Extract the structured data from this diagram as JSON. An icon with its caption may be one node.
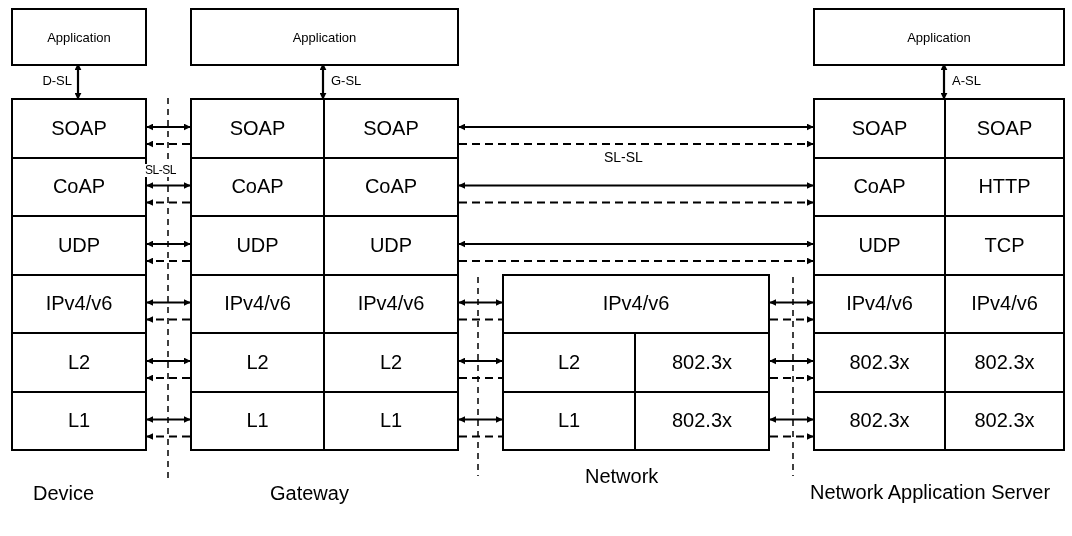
{
  "diagram": {
    "nodes": [
      {
        "text": [
          "Application"
        ]
      },
      {
        "text": [
          "Application"
        ]
      },
      {
        "text": [
          "Application"
        ]
      },
      {
        "text": [
          "SOAP"
        ]
      },
      {
        "text": [
          "CoAP"
        ]
      },
      {
        "text": [
          "UDP"
        ]
      },
      {
        "text": [
          "IPv4/v6"
        ]
      },
      {
        "text": [
          "L2"
        ]
      },
      {
        "text": [
          "L1"
        ]
      },
      {
        "text": [
          "SOAP"
        ]
      },
      {
        "text": [
          "CoAP"
        ]
      },
      {
        "text": [
          "UDP"
        ]
      },
      {
        "text": [
          "IPv4/v6"
        ]
      },
      {
        "text": [
          "L2"
        ]
      },
      {
        "text": [
          "L1"
        ]
      },
      {
        "text": [
          "SOAP"
        ]
      },
      {
        "text": [
          "CoAP"
        ]
      },
      {
        "text": [
          "UDP"
        ]
      },
      {
        "text": [
          "IPv4/v6"
        ]
      },
      {
        "text": [
          "L2"
        ]
      },
      {
        "text": [
          "L1"
        ]
      },
      {
        "text": [
          "IPv4/v6"
        ]
      },
      {
        "text": [
          "L2"
        ]
      },
      {
        "text": [
          "802.3x"
        ]
      },
      {
        "text": [
          "L1"
        ]
      },
      {
        "text": [
          "802.3x"
        ]
      },
      {
        "text": [
          "SOAP"
        ]
      },
      {
        "text": [
          "CoAP"
        ]
      },
      {
        "text": [
          "UDP"
        ]
      },
      {
        "text": [
          "IPv4/v6"
        ]
      },
      {
        "text": [
          "802.3x"
        ]
      },
      {
        "text": [
          "802.3x"
        ]
      },
      {
        "text": [
          "SOAP"
        ]
      },
      {
        "text": [
          "HTTP"
        ]
      },
      {
        "text": [
          "TCP"
        ]
      },
      {
        "text": [
          "IPv4/v6"
        ]
      },
      {
        "text": [
          "802.3x"
        ]
      },
      {
        "text": [
          "802.3x"
        ]
      }
    ],
    "edges": [
      {
        "from": 0,
        "to": 3,
        "arrow": "both",
        "label": "D-SL"
      },
      {
        "from": 1,
        "to": 9,
        "arrow": "both",
        "label": "G-SL"
      },
      {
        "from": 2,
        "to": 26,
        "arrow": "both",
        "label": "A-SL"
      },
      {
        "from": 3,
        "to": 9,
        "arrow": "both"
      },
      {
        "from": 9,
        "to": 3,
        "arrow": "to",
        "style": "dashed"
      },
      {
        "from": 4,
        "to": 10,
        "arrow": "both"
      },
      {
        "from": 10,
        "to": 4,
        "arrow": "to",
        "style": "dashed"
      },
      {
        "from": 5,
        "to": 11,
        "arrow": "both"
      },
      {
        "from": 11,
        "to": 5,
        "arrow": "to",
        "style": "dashed"
      },
      {
        "from": 6,
        "to": 12,
        "arrow": "both"
      },
      {
        "from": 12,
        "to": 6,
        "arrow": "to",
        "style": "dashed"
      },
      {
        "from": 7,
        "to": 13,
        "arrow": "both"
      },
      {
        "from": 13,
        "to": 7,
        "arrow": "to",
        "style": "dashed"
      },
      {
        "from": 8,
        "to": 14,
        "arrow": "both"
      },
      {
        "from": 14,
        "to": 8,
        "arrow": "to",
        "style": "dashed"
      },
      {
        "from": 15,
        "to": 26,
        "arrow": "both"
      },
      {
        "from": 15,
        "to": 26,
        "arrow": "to",
        "style": "dashed"
      },
      {
        "from": 16,
        "to": 27,
        "arrow": "both"
      },
      {
        "from": 16,
        "to": 27,
        "arrow": "to",
        "style": "dashed"
      },
      {
        "from": 17,
        "to": 28,
        "arrow": "both"
      },
      {
        "from": 17,
        "to": 28,
        "arrow": "to",
        "style": "dashed"
      },
      {
        "from": 18,
        "to": 21,
        "arrow": "both"
      },
      {
        "from": 18,
        "to": 21,
        "arrow": "none",
        "style": "dashed"
      },
      {
        "from": 19,
        "to": 22,
        "arrow": "both"
      },
      {
        "from": 19,
        "to": 22,
        "arrow": "none",
        "style": "dashed"
      },
      {
        "from": 20,
        "to": 24,
        "arrow": "both"
      },
      {
        "from": 20,
        "to": 24,
        "arrow": "none",
        "style": "dashed"
      },
      {
        "from": 21,
        "to": 29,
        "arrow": "both"
      },
      {
        "from": 21,
        "to": 29,
        "arrow": "to",
        "style": "dashed"
      },
      {
        "from": 23,
        "to": 30,
        "arrow": "both"
      },
      {
        "from": 23,
        "to": 30,
        "arrow": "to",
        "style": "dashed"
      },
      {
        "from": 25,
        "to": 31,
        "arrow": "both"
      },
      {
        "from": 25,
        "to": 31,
        "arrow": "to",
        "style": "dashed"
      }
    ],
    "labels": [
      "SL-SL",
      "SL-SL",
      "Device",
      "Gateway",
      "Network",
      "Network Application Server"
    ]
  }
}
